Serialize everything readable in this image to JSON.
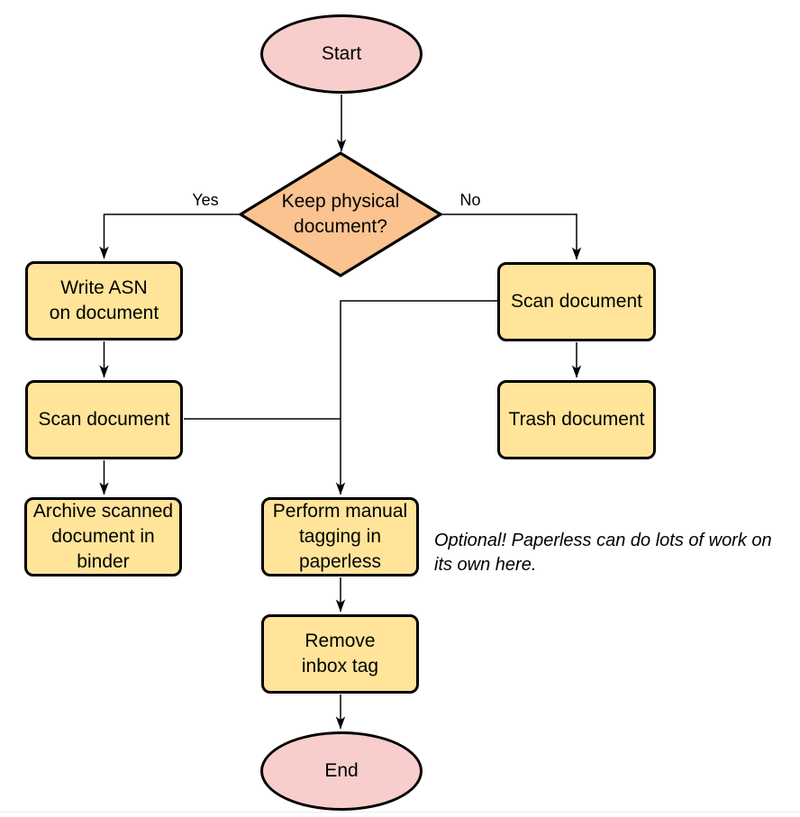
{
  "colors": {
    "terminal_fill": "#F8CECC",
    "decision_fill": "#FAC38F",
    "process_fill": "#FFE499",
    "stroke": "#000000"
  },
  "nodes": {
    "start": {
      "label": "Start"
    },
    "decision": {
      "label": "Keep physical\ndocument?"
    },
    "write_asn": {
      "label": "Write ASN\non document"
    },
    "scan_left": {
      "label": "Scan document"
    },
    "archive": {
      "label": "Archive scanned\ndocument in\nbinder"
    },
    "scan_right": {
      "label": "Scan document"
    },
    "trash": {
      "label": "Trash document"
    },
    "tagging": {
      "label": "Perform manual\ntagging in\npaperless"
    },
    "remove_inbox": {
      "label": "Remove\ninbox tag"
    },
    "end": {
      "label": "End"
    }
  },
  "edge_labels": {
    "yes": "Yes",
    "no": "No"
  },
  "note": {
    "text": "Optional! Paperless can do lots of work on\nits own here."
  }
}
